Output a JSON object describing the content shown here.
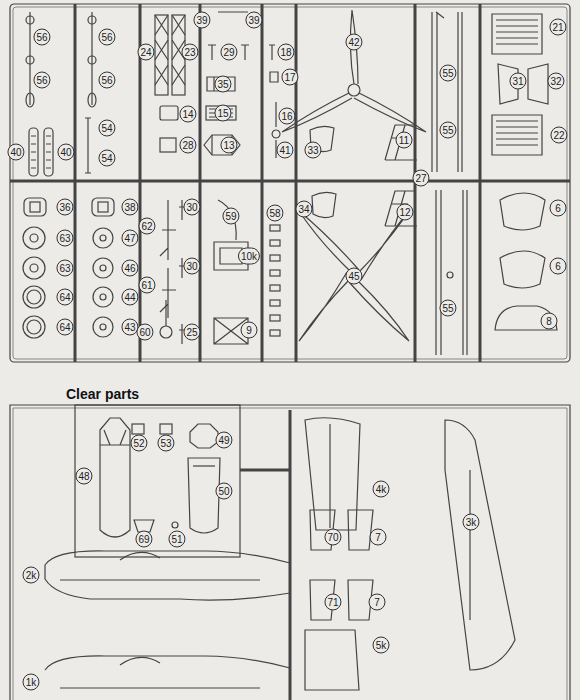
{
  "diagram": {
    "title": "Clear parts",
    "labels": [
      "56",
      "56",
      "39",
      "39",
      "21",
      "42",
      "24",
      "23",
      "29",
      "18",
      "55",
      "17",
      "56",
      "56",
      "31",
      "32",
      "35",
      "14",
      "15",
      "16",
      "54",
      "55",
      "22",
      "11",
      "28",
      "13",
      "41",
      "33",
      "40",
      "40",
      "54",
      "27",
      "36",
      "38",
      "30",
      "34",
      "12",
      "6",
      "58",
      "59",
      "62",
      "63",
      "47",
      "10k",
      "30",
      "63",
      "46",
      "6",
      "45",
      "61",
      "64",
      "44",
      "55",
      "8",
      "64",
      "43",
      "60",
      "25",
      "9",
      "52",
      "53",
      "49",
      "48",
      "50",
      "69",
      "51",
      "4k",
      "3k",
      "70",
      "7",
      "2k",
      "7",
      "71",
      "5k",
      "1k"
    ]
  }
}
